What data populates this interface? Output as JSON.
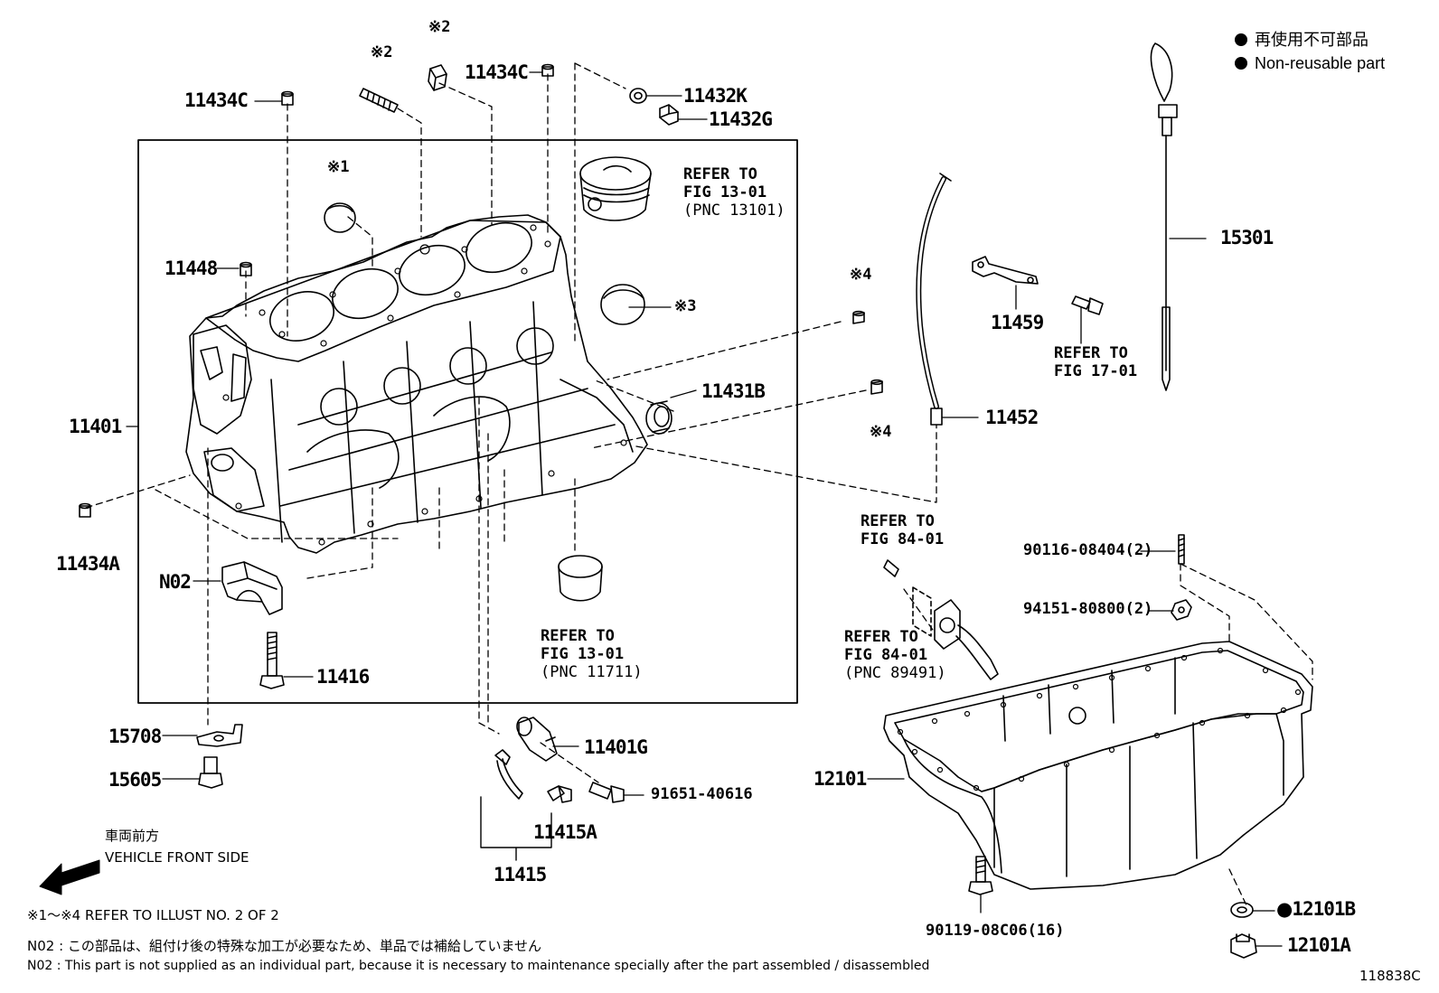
{
  "legend": {
    "marker": "●",
    "jp": "再使用不可部品",
    "en": "Non-reusable part"
  },
  "parts": {
    "p11434C_left": "11434C",
    "p11434C_right": "11434C",
    "mark2_stud": "※2",
    "mark2_nut": "※2",
    "p11432K": "11432K",
    "p11432G": "11432G",
    "mark1": "※1",
    "p11448": "11448",
    "mark3": "※3",
    "mark4_top": "※4",
    "mark4_bottom": "※4",
    "p11431B": "11431B",
    "p11401": "11401",
    "p11434A": "11434A",
    "pN02": "N02",
    "p11416": "11416",
    "p15708": "15708",
    "p15605": "15605",
    "p11401G": "11401G",
    "p91651": "91651-40616",
    "p11415A": "11415A",
    "p11415": "11415",
    "p11459": "11459",
    "p11452": "11452",
    "p15301": "15301",
    "p90116": "90116-08404(2)",
    "p94151": "94151-80800(2)",
    "p12101": "12101",
    "p90119": "90119-08C06(16)",
    "p12101B": "12101B",
    "p12101A": "12101A"
  },
  "refs": {
    "piston": {
      "l1": "REFER TO",
      "l2": "FIG 13-01",
      "l3": "(PNC 13101)"
    },
    "bearing": {
      "l1": "REFER TO",
      "l2": "FIG 13-01",
      "l3": "(PNC 11711)"
    },
    "bracket": {
      "l1": "REFER TO",
      "l2": "FIG 17-01"
    },
    "sensor_top": {
      "l1": "REFER TO",
      "l2": "FIG 84-01"
    },
    "sensor_bottom": {
      "l1": "REFER TO",
      "l2": "FIG 84-01",
      "l3": "(PNC 89491)"
    }
  },
  "front": {
    "jp": "車両前方",
    "en": "VEHICLE FRONT SIDE"
  },
  "notes": {
    "illust": "※1～※4  REFER TO ILLUST NO. 2 OF 2",
    "n02_jp": "N02 : この部品は、組付け後の特殊な加工が必要なため、単品では補給していません",
    "n02_en": "N02 : This part is not supplied as an individual part, because it is necessary to maintenance specially after the part assembled / disassembled"
  },
  "figure_id": "118838C"
}
